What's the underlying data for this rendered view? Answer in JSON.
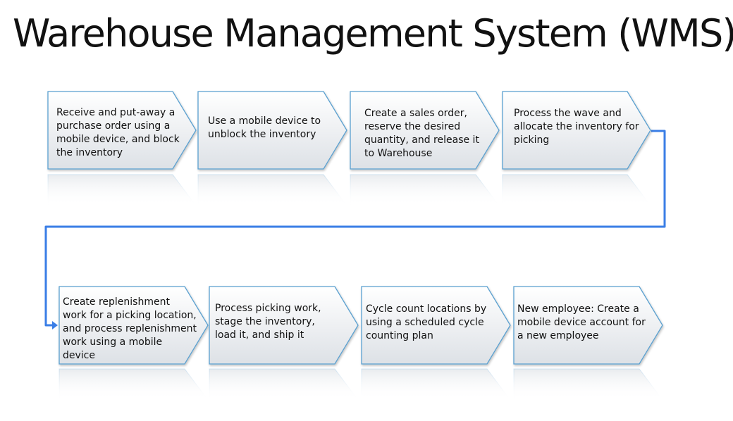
{
  "title": "Warehouse Management System (WMS)",
  "steps": [
    "Receive and put-away a\npurchase order using a\nmobile device, and block\nthe inventory",
    "Use a mobile device to\nunblock the inventory",
    "Create a sales order,\nreserve the desired\nquantity, and release it\nto Warehouse",
    "Process the wave and\nallocate the inventory for\npicking",
    "Create replenishment\nwork for a picking location,\nand process replenishment\nwork using a mobile\ndevice",
    "Process picking work,\nstage the inventory,\nload it, and ship it",
    "Cycle count locations by\nusing a scheduled cycle\ncounting plan",
    "New employee: Create a\nmobile device account for\na new employee"
  ],
  "colors": {
    "connector": "#3a7ee6",
    "box_border": "#5aa0d0",
    "box_top": "#ffffff",
    "box_bottom": "#dfe3e8"
  }
}
